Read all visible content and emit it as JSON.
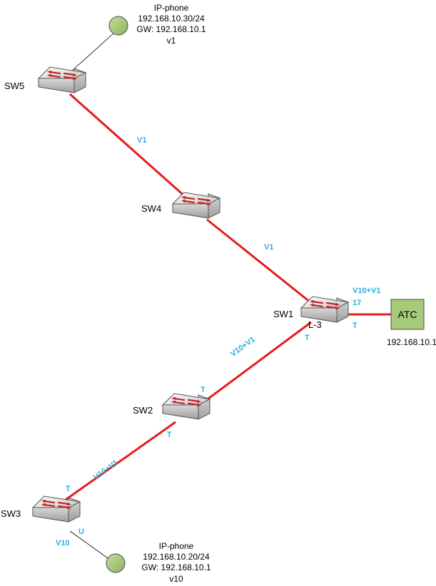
{
  "switches": [
    {
      "id": "sw5",
      "label": "SW5"
    },
    {
      "id": "sw4",
      "label": "SW4"
    },
    {
      "id": "sw1",
      "label": "SW1",
      "badge": "L-3"
    },
    {
      "id": "sw2",
      "label": "SW2"
    },
    {
      "id": "sw3",
      "label": "SW3"
    }
  ],
  "phones": {
    "top": {
      "name": "IP-phone",
      "ip": "192.168.10.30/24",
      "gw": "GW: 192.168.10.1",
      "vlan": "v1"
    },
    "bottom": {
      "name": "IP-phone",
      "ip": "192.168.10.20/24",
      "gw": "GW: 192.168.10.1",
      "vlan": "v10"
    }
  },
  "atc": {
    "label": "ATC",
    "ip": "192.168.10.1"
  },
  "links": {
    "sw5_sw4": "V1",
    "sw4_sw1": "V1",
    "sw1_sw2": "V10+V1",
    "sw2_sw3": "V10+V1",
    "sw1_atc": "V10+V1"
  },
  "ports": {
    "sw1_atc_num": "17",
    "sw1_atc": "T",
    "sw1_sw2": "T",
    "sw2_top": "T",
    "sw2_bottom": "T",
    "sw3_top": "T",
    "sw3_bottom": "U",
    "sw3_vlan": "V10"
  },
  "colors": {
    "link": "#e81c1c",
    "port_label": "#27aee0",
    "phone_fill": "#a6c97a",
    "atc_fill": "#a6c97a",
    "switch_body": "#e0e0e0",
    "arrow": "#c0282a"
  }
}
